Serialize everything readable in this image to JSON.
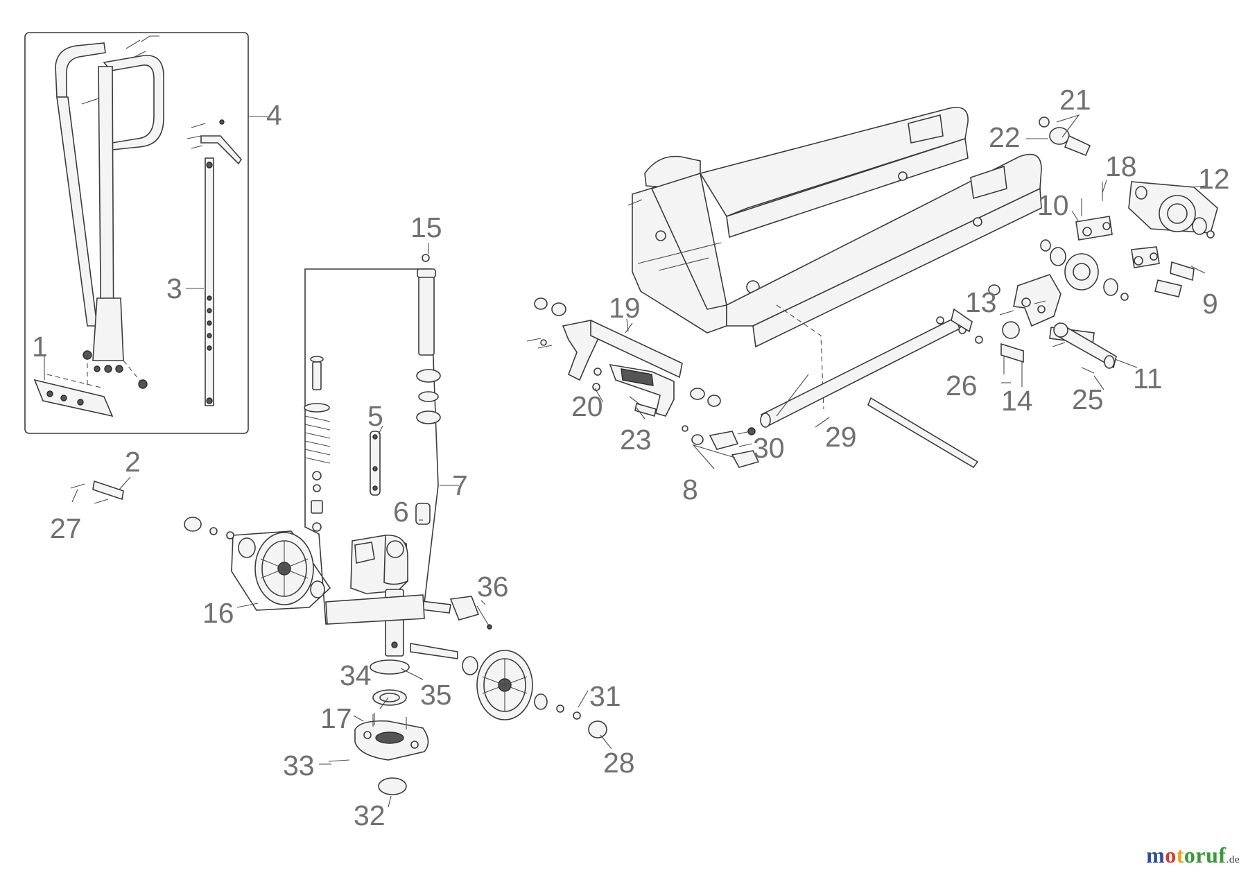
{
  "callouts": [
    "1",
    "2",
    "3",
    "4",
    "5",
    "6",
    "7",
    "8",
    "9",
    "10",
    "11",
    "12",
    "13",
    "14",
    "15",
    "16",
    "17",
    "18",
    "19",
    "20",
    "21",
    "22",
    "23",
    "25",
    "26",
    "27",
    "28",
    "29",
    "30",
    "31",
    "32",
    "33",
    "34",
    "35",
    "36"
  ],
  "brand": {
    "part1": "motoruf",
    "part2": ".de",
    "colors": {
      "m": "#2b4ea0",
      "o": "#d83a2a",
      "t": "#e7a41d",
      "rest": "#3a9a3a"
    }
  }
}
